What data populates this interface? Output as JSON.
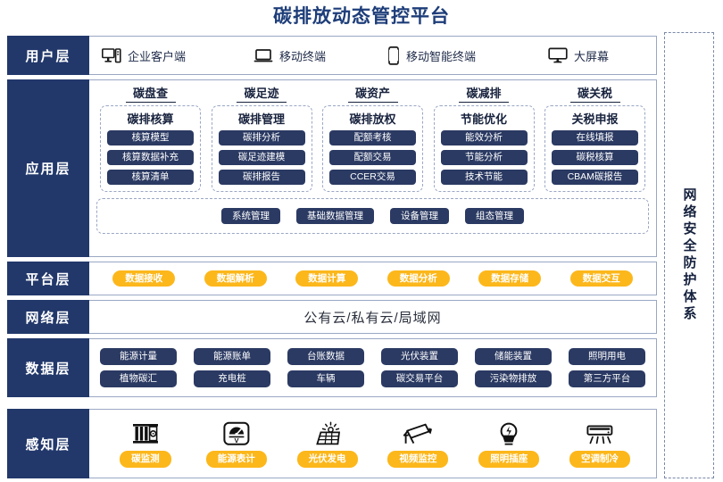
{
  "title": "碳排放动态管控平台",
  "security_band": {
    "label": "网络安全防护体系"
  },
  "layers": {
    "user": {
      "label": "用户层",
      "items": [
        {
          "icon": "desktop-tower-icon",
          "label": "企业客户端"
        },
        {
          "icon": "laptop-icon",
          "label": "移动终端"
        },
        {
          "icon": "smartphone-icon",
          "label": "移动智能终端"
        },
        {
          "icon": "monitor-icon",
          "label": "大屏幕"
        }
      ]
    },
    "app": {
      "label": "应用层",
      "groups": [
        {
          "title": "碳盘查",
          "subtitle": "碳排核算",
          "items": [
            "核算模型",
            "核算数据补充",
            "核算清单"
          ]
        },
        {
          "title": "碳足迹",
          "subtitle": "碳排管理",
          "items": [
            "碳排分析",
            "碳足迹建模",
            "碳排报告"
          ]
        },
        {
          "title": "碳资产",
          "subtitle": "碳排放权",
          "items": [
            "配额考核",
            "配额交易",
            "CCER交易"
          ]
        },
        {
          "title": "碳减排",
          "subtitle": "节能优化",
          "items": [
            "能效分析",
            "节能分析",
            "技术节能"
          ]
        },
        {
          "title": "碳关税",
          "subtitle": "关税申报",
          "items": [
            "在线填报",
            "碳税核算",
            "CBAM碳报告"
          ]
        }
      ],
      "common": [
        "系统管理",
        "基础数据管理",
        "设备管理",
        "组态管理"
      ]
    },
    "platform": {
      "label": "平台层",
      "items": [
        "数据接收",
        "数据解析",
        "数据计算",
        "数据分析",
        "数据存储",
        "数据交互"
      ]
    },
    "network": {
      "label": "网络层",
      "text": "公有云/私有云/局域网"
    },
    "data": {
      "label": "数据层",
      "row1": [
        "能源计量",
        "能源账单",
        "台账数据",
        "光伏装置",
        "储能装置",
        "照明用电"
      ],
      "row2": [
        "植物碳汇",
        "充电桩",
        "车辆",
        "碳交易平台",
        "污染物排放",
        "第三方平台"
      ]
    },
    "sense": {
      "label": "感知层",
      "items": [
        {
          "icon": "carbon-monitor-icon",
          "label": "碳监测"
        },
        {
          "icon": "energy-meter-icon",
          "label": "能源表计"
        },
        {
          "icon": "solar-panel-icon",
          "label": "光伏发电"
        },
        {
          "icon": "cctv-camera-icon",
          "label": "视频监控"
        },
        {
          "icon": "lightbulb-icon",
          "label": "照明插座"
        },
        {
          "icon": "air-conditioner-icon",
          "label": "空调制冷"
        }
      ]
    }
  },
  "colors": {
    "navy": "#22386b",
    "pill_navy": "#2b3a63",
    "amber": "#fcb71b",
    "title_blue": "#1d3d79",
    "border_gray": "#9aa7c4"
  }
}
